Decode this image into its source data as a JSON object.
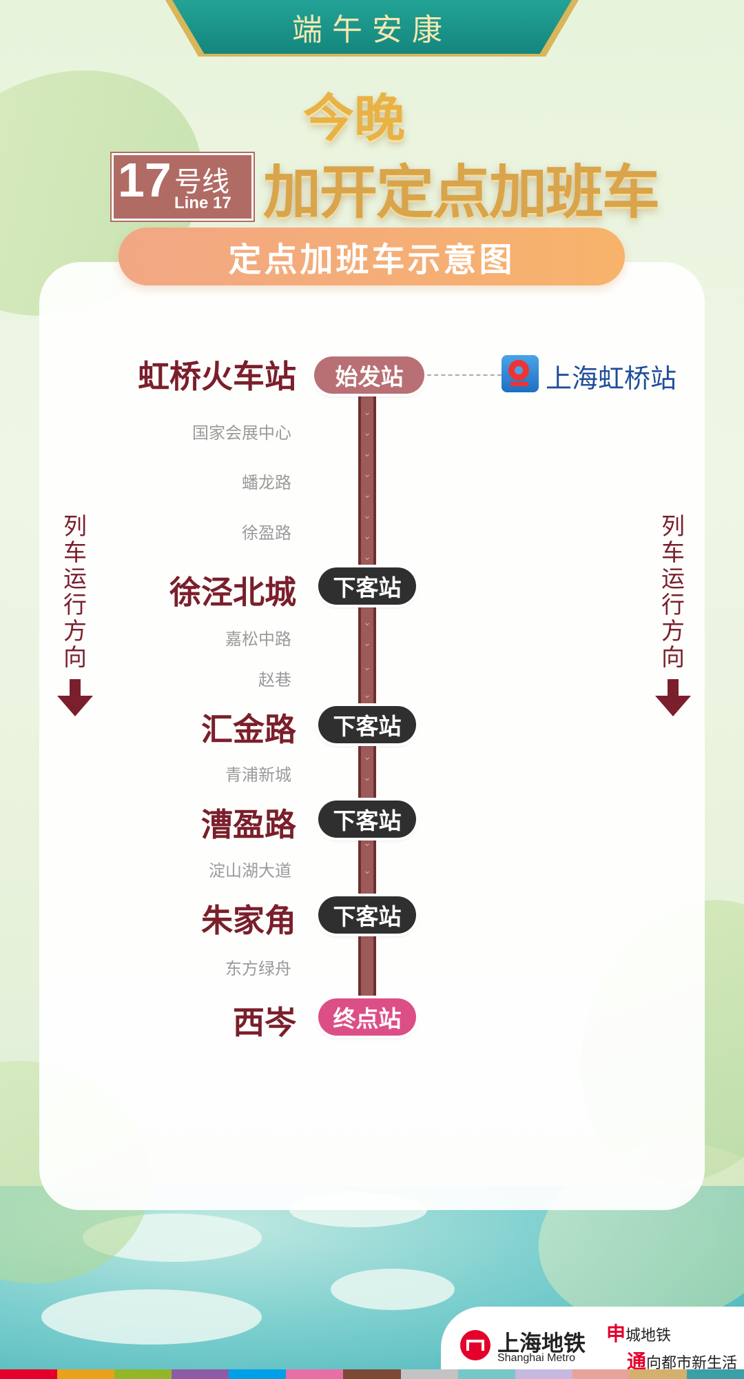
{
  "banner": {
    "text": "端午安康"
  },
  "headline": {
    "tonight": "今晚",
    "line_number": "17",
    "line_suffix_cn": "号线",
    "line_en": "Line 17",
    "main": "加开定点加班车"
  },
  "subtitle": "定点加班车示意图",
  "direction_label": [
    "列",
    "车",
    "运",
    "行",
    "方",
    "向"
  ],
  "stations": [
    {
      "name": "虹桥火车站",
      "type": "major",
      "badge": "始发站"
    },
    {
      "name": "国家会展中心",
      "type": "minor"
    },
    {
      "name": "蟠龙路",
      "type": "minor"
    },
    {
      "name": "徐盈路",
      "type": "minor"
    },
    {
      "name": "徐泾北城",
      "type": "major",
      "badge": "下客站"
    },
    {
      "name": "嘉松中路",
      "type": "minor"
    },
    {
      "name": "赵巷",
      "type": "minor"
    },
    {
      "name": "汇金路",
      "type": "major",
      "badge": "下客站"
    },
    {
      "name": "青浦新城",
      "type": "minor"
    },
    {
      "name": "漕盈路",
      "type": "major",
      "badge": "下客站"
    },
    {
      "name": "淀山湖大道",
      "type": "minor"
    },
    {
      "name": "朱家角",
      "type": "major",
      "badge": "下客站"
    },
    {
      "name": "东方绿舟",
      "type": "minor"
    },
    {
      "name": "西岑",
      "type": "major",
      "badge": "终点站"
    }
  ],
  "transfer": {
    "label": "上海虹桥站",
    "icon": "railway-icon"
  },
  "footer": {
    "brand_cn": "上海地铁",
    "brand_en": "Shanghai Metro",
    "slogan_1_lead": "申",
    "slogan_1_rest": "城地铁",
    "slogan_2_lead": "通",
    "slogan_2_rest": "向都市新生活"
  },
  "colors": {
    "line": "#9c5a58",
    "station_major": "#7a1f2b",
    "badge_start": "#b87074",
    "badge_drop": "#2f2f2f",
    "badge_end": "#dc4f86",
    "subtitle_bar": "#f5ac78",
    "banner": "#1a968b"
  },
  "footer_stripe_colors": [
    "#e4002b",
    "#e8a21b",
    "#93b629",
    "#8e5ba6",
    "#00a0e9",
    "#e86fa5",
    "#7c4a34",
    "#c3c3c3",
    "#78c7c7",
    "#c7b8e0",
    "#e7a29a",
    "#d3b06c",
    "#3aa0a7"
  ]
}
